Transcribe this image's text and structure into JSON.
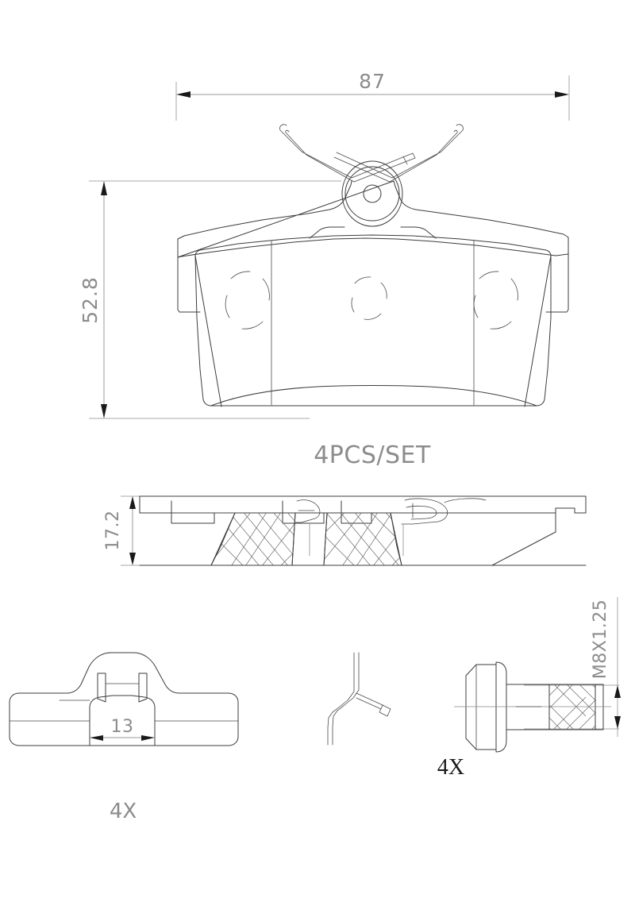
{
  "document": {
    "kind": "technical-drawing",
    "subject": "Disc brake pad set with accessories",
    "background_color": "#ffffff",
    "line_color": "#3c3c3c",
    "dimension_color": "#9a9a9a",
    "text_color": "#8c8c8c"
  },
  "dimensions": {
    "width": {
      "value": "87",
      "label": "overall pad width",
      "orientation": "horizontal"
    },
    "height": {
      "value": "52.8",
      "label": "overall pad height",
      "orientation": "vertical"
    },
    "thickness": {
      "value": "17.2",
      "label": "overall pad thickness",
      "orientation": "vertical"
    },
    "shim_slot": {
      "value": "13",
      "label": "shim slot width",
      "orientation": "horizontal"
    },
    "bolt_thread": {
      "value": "M8X1.25",
      "label": "bolt thread specification",
      "orientation": "vertical"
    }
  },
  "notes": {
    "set_quantity": "4PCS/SET",
    "shim_quantity": "4X",
    "bolt_quantity": "4X"
  },
  "views": [
    {
      "id": "front-view",
      "name": "Brake pad front view with wear sensor spring"
    },
    {
      "id": "section-view",
      "name": "Brake pad cross section view"
    },
    {
      "id": "shim-view",
      "name": "Anti-rattle shim / clip part view"
    },
    {
      "id": "wire-clip-view",
      "name": "Wire retaining clip part view"
    },
    {
      "id": "bolt-view",
      "name": "Flange head bolt part view"
    }
  ]
}
